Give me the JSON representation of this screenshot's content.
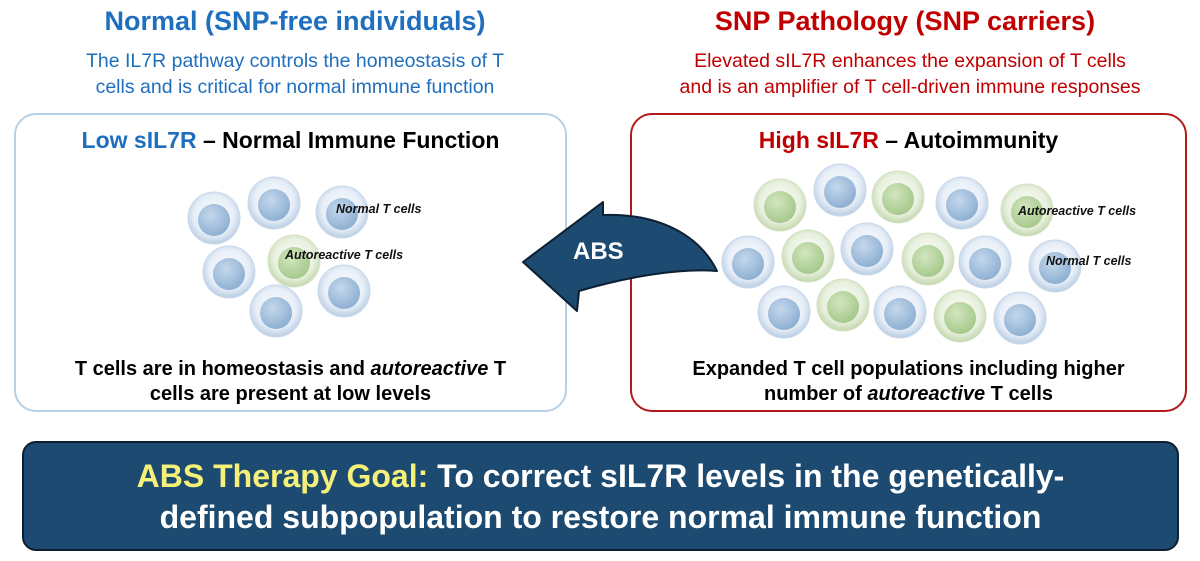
{
  "left": {
    "heading": "Normal (SNP-free individuals)",
    "subtitle_line1": "The IL7R pathway controls the homeostasis of T",
    "subtitle_line2": "cells and is critical for normal immune function",
    "box_title_highlight": "Low sIL7R",
    "box_title_rest": " – Normal Immune Function",
    "label_normal": "Normal T cells",
    "label_autoreactive": "Autoreactive T cells",
    "caption_line1_a": "T cells are in homeostasis and ",
    "caption_line1_em": "autoreactive",
    "caption_line1_b": " T",
    "caption_line2": "cells are present at low levels"
  },
  "right": {
    "heading": "SNP Pathology (SNP carriers)",
    "subtitle_line1": "Elevated sIL7R enhances the expansion of T cells",
    "subtitle_line2": "and is an amplifier of T cell-driven immune responses",
    "box_title_highlight": "High sIL7R",
    "box_title_rest": " – Autoimmunity",
    "label_autoreactive": "Autoreactive T cells",
    "label_normal": "Normal T cells",
    "caption_line1": "Expanded T cell populations including higher",
    "caption_line2_a": "number of ",
    "caption_line2_em": "autoreactive",
    "caption_line2_b": " T cells"
  },
  "arrow": {
    "label": "ABS",
    "color": "#1d4a70"
  },
  "goal": {
    "head": "ABS Therapy Goal:",
    "line1_rest": " To correct sIL7R levels in the genetically-",
    "line2": "defined subpopulation to restore normal immune function"
  },
  "colors": {
    "normal_cell": "#a9c4e0",
    "autoreactive_cell": "#bcd7a8",
    "left_accent": "#1f6fbf",
    "right_accent": "#c00000"
  }
}
